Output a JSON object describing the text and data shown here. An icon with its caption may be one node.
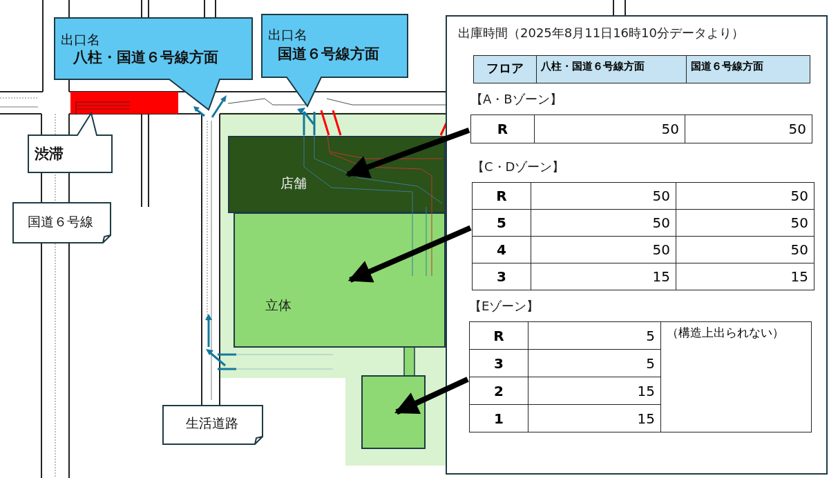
{
  "diagram": {
    "nodes": [
      {
        "text": [
          "出口名",
          "八柱・国道６号線方面"
        ]
      },
      {
        "text": [
          "出口名",
          "国道６号線方面"
        ]
      },
      {
        "text": [
          "出庫時間（2025年8月11日16時10分データより）"
        ]
      },
      {
        "text": [
          "【A・Bゾーン】",
          "R",
          "50",
          "50"
        ],
        "in": 2
      },
      {
        "text": [
          "【C・Dゾーン】",
          "R",
          "50",
          "50",
          "5",
          "50",
          "50",
          "4",
          "50",
          "50",
          "3",
          "15",
          "15"
        ],
        "in": 2
      },
      {
        "text": [
          "【Eゾーン】",
          "R",
          "5",
          "（構造上出られない）",
          "3",
          "5",
          "2",
          "15",
          "1",
          "15"
        ],
        "in": 2
      },
      {
        "text": [
          "渋滞"
        ]
      },
      {
        "text": [
          "店舗"
        ]
      },
      {
        "text": [
          "国道６号線"
        ]
      },
      {
        "text": [
          "立体"
        ]
      },
      {
        "text": [],
        "shape": "box"
      },
      {
        "text": [
          "生活道路"
        ]
      }
    ],
    "edges": [
      {
        "from": 3,
        "to": 7,
        "arrow": "to"
      },
      {
        "from": 4,
        "to": 9,
        "arrow": "to"
      },
      {
        "from": 5,
        "to": 10,
        "arrow": "to"
      }
    ],
    "labels": [
      "フロア",
      "八柱・国道６号線方面",
      "国道６号線方面"
    ]
  }
}
